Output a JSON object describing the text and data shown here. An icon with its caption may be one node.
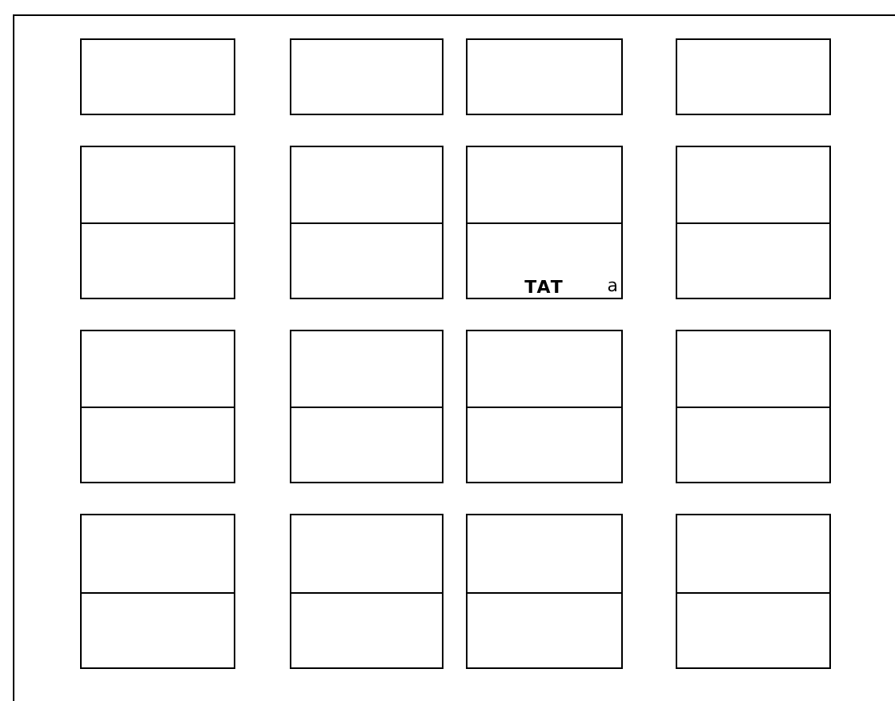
{
  "diagram": {
    "nodes": [
      {
        "text": [],
        "shape": "box"
      },
      {
        "text": [],
        "shape": "box"
      },
      {
        "text": [],
        "shape": "box"
      },
      {
        "text": [],
        "shape": "box"
      },
      {
        "text": [],
        "shape": "box"
      },
      {
        "text": [],
        "shape": "box"
      },
      {
        "text": [],
        "shape": "box"
      },
      {
        "text": [],
        "shape": "box"
      },
      {
        "text": [],
        "shape": "box"
      },
      {
        "text": [],
        "shape": "box"
      },
      {
        "text": [
          "TAT",
          "a"
        ]
      },
      {
        "text": [],
        "shape": "box"
      },
      {
        "text": [],
        "shape": "box"
      },
      {
        "text": [],
        "shape": "box"
      },
      {
        "text": [],
        "shape": "box"
      },
      {
        "text": [],
        "shape": "box"
      },
      {
        "text": [],
        "shape": "box"
      },
      {
        "text": [],
        "shape": "box"
      },
      {
        "text": [],
        "shape": "box"
      },
      {
        "text": [],
        "shape": "box"
      },
      {
        "text": [],
        "shape": "box"
      },
      {
        "text": [],
        "shape": "box"
      },
      {
        "text": [],
        "shape": "box"
      },
      {
        "text": [],
        "shape": "box"
      },
      {
        "text": [],
        "shape": "box"
      },
      {
        "text": [],
        "shape": "box"
      },
      {
        "text": [],
        "shape": "box"
      },
      {
        "text": [],
        "shape": "box"
      }
    ]
  }
}
